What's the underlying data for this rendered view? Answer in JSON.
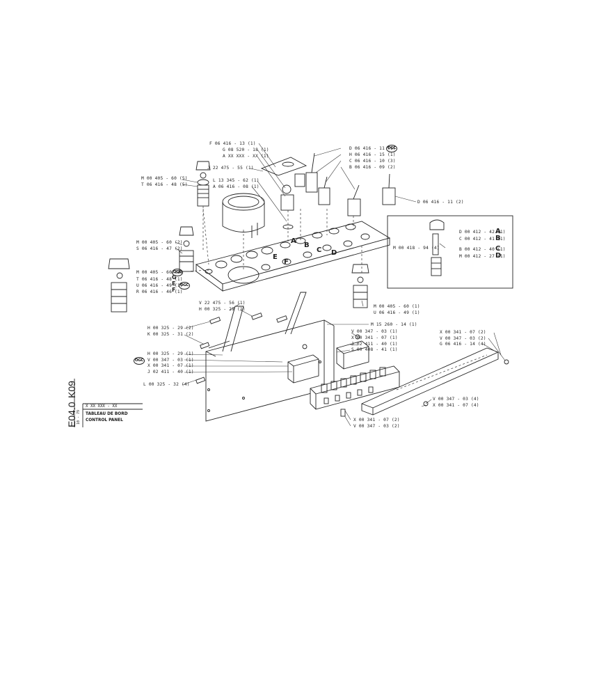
{
  "labels_left": {
    "f06": "F 06 416 - 13 (1)",
    "g08": "G 08 520 - 18 (1)",
    "axx": "A XX XXX - XX (1)",
    "j22": "J 22 475 - 55 (1)",
    "m00a": "M 00 405 - 60 (5)",
    "t06a": "T 06 416 - 48 (5)",
    "l13": "L 13 345 - 62 (1)",
    "a06": "A 06 416 - 08 (1)",
    "m00b": "M 00 405 - 60 (2)",
    "s06": "S 06 416 - 47 (2)",
    "m00c": "M 00 405 - 60 (3)",
    "t06b": "T 06 416 - 48 (1)",
    "u06a": "U 06 416 - 49 (1)",
    "r06": "R 06 416 - 46 (1)",
    "v22": "V 22 475 - 56 (1)",
    "h00a": "H 00 325 - 29 (1)",
    "h00b": "H 00 325 - 29 (2)",
    "k00": "K 00 325 - 31 (2)",
    "h00c": "H 00 325 - 29 (1)",
    "v00a": "V 00 347 - 03 (1)",
    "x00a": "X 00 341 - 07 (1)",
    "j02a": "J 02 411 - 40 (1)",
    "l00": "L 00 325 - 32 (4)"
  },
  "labels_right": {
    "d06a": "D 06 416 - 11 (1)",
    "h06": "H 06 416 - 15 (1)",
    "c06": "C 06 416 - 10 (3)",
    "b06": "B 06 416 - 09 (2)",
    "d06b": "D 06 416 - 11 (2)",
    "d00": "D 00 412 - 42 (1)",
    "c00": "C 00 412 - 41 (1)",
    "m00d": "M 00 418 - 94 (4)",
    "b00": "B 00 412 - 40 (1)",
    "m00e": "M 00 412 - 27 (1)",
    "m00f": "M 00 405 - 60 (1)",
    "u06b": "U 06 416 - 49 (1)",
    "m15": "M 15 260 - 14 (1)",
    "v00b": "V 00 347 - 03 (1)",
    "x00b": "X 00 341 - 07 (1)",
    "j02b": "J 02 411 - 40 (1)",
    "s00": "S 00 408 - 41 (1)",
    "x00c": "X 00 341 - 07 (2)",
    "v00c": "V 00 347 - 03 (2)",
    "g06": "G 06 416 - 14 (4)",
    "v00d": "V 00 347 - 03 (4)",
    "x00d": "X 00 341 - 07 (4)",
    "x00e": "X 00 341 - 07 (2)",
    "v00e": "V 00 347 - 03 (2)"
  },
  "inset_letters": {
    "a": "A",
    "b": "B",
    "c": "C",
    "d": "D"
  },
  "board_letters": {
    "a": "A",
    "b": "B",
    "c": "C",
    "d": "D",
    "e": "E",
    "f": "F"
  },
  "ogc": "OGC",
  "title_block": {
    "code1": "K09",
    "code2": "E04.0",
    "date": "10 - 79",
    "part_no": "X XX XXX - XX",
    "title_fr": "TABLEAU DE BORD",
    "title_en": "CONTROL PANEL"
  }
}
